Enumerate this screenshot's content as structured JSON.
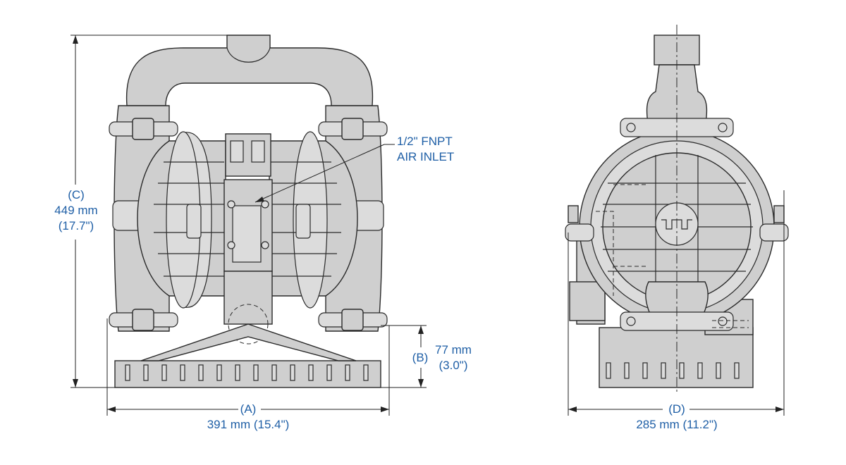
{
  "colors": {
    "body_fill": "#cfcfcf",
    "body_light": "#dcdcdc",
    "outline": "#2a2a2a",
    "dimension_line": "#222222",
    "label_text": "#1f5fa6",
    "background": "#ffffff"
  },
  "air_inlet": {
    "line1": "1/2\" FNPT",
    "line2": "AIR INLET"
  },
  "dim_A": {
    "letter": "(A)",
    "value": "391 mm (15.4\")"
  },
  "dim_B": {
    "letter": "(B)",
    "mm": "77 mm",
    "inch": "(3.0\")"
  },
  "dim_C": {
    "letter": "(C)",
    "mm": "449 mm",
    "inch": "(17.7\")"
  },
  "dim_D": {
    "letter": "(D)",
    "value": "285 mm (11.2\")"
  }
}
